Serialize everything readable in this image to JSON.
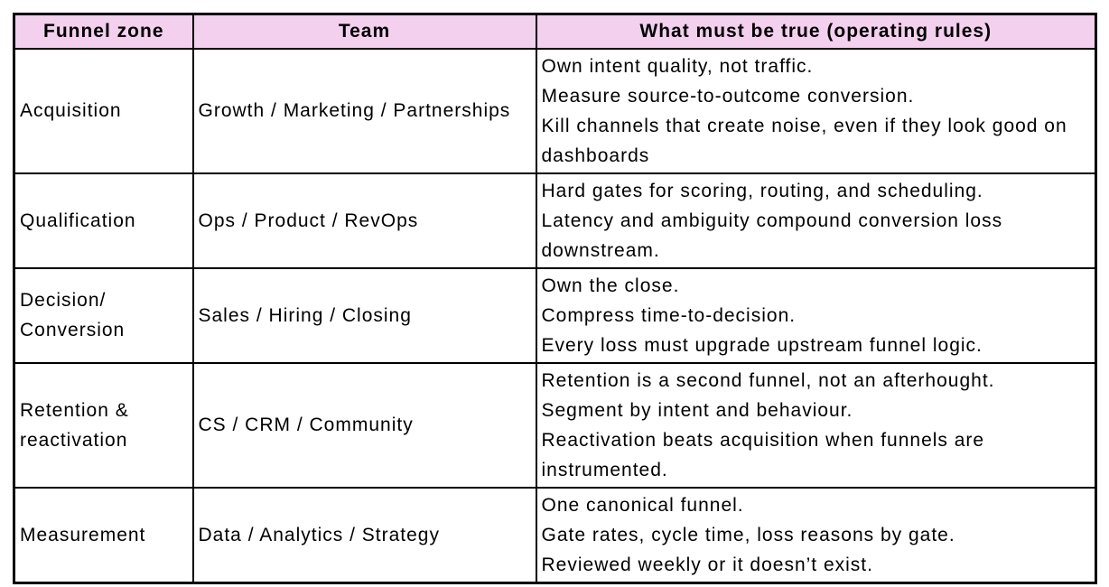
{
  "colors": {
    "header_bg": "#f3d0ee",
    "border": "#000000",
    "text": "#000000",
    "background": "#ffffff"
  },
  "table": {
    "columns": [
      "Funnel zone",
      "Team",
      "What must be true (operating rules)"
    ],
    "rows": [
      {
        "zone": "Acquisition",
        "team": "Growth / Marketing / Partnerships",
        "rules": [
          "Own intent quality, not traffic.",
          "Measure source-to-outcome conversion.",
          "Kill channels that create noise, even if they look good on dashboards"
        ]
      },
      {
        "zone": "Qualification",
        "team": "Ops / Product / RevOps",
        "rules": [
          "Hard gates for scoring, routing, and scheduling.",
          "Latency and ambiguity compound conversion loss downstream."
        ]
      },
      {
        "zone": "Decision/\nConversion",
        "team": "Sales / Hiring / Closing",
        "rules": [
          "Own the close.",
          "Compress time-to-decision.",
          "Every loss must upgrade upstream funnel logic."
        ]
      },
      {
        "zone": "Retention &\nreactivation",
        "team": "CS / CRM / Community",
        "rules": [
          "Retention is a second funnel, not an afterhought.",
          "Segment by intent and behaviour.",
          "Reactivation beats acquisition when funnels are instrumented."
        ]
      },
      {
        "zone": "Measurement",
        "team": "Data / Analytics / Strategy",
        "rules": [
          "One canonical funnel.",
          "Gate rates, cycle time, loss reasons by gate.",
          "Reviewed weekly or it doesn’t exist."
        ]
      }
    ]
  }
}
